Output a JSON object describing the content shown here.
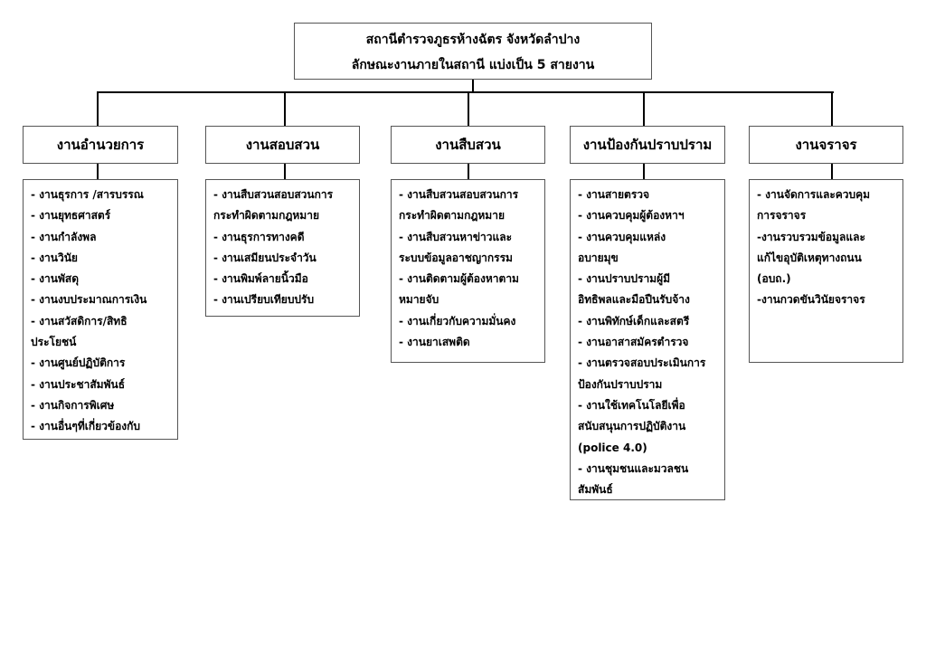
{
  "title": {
    "line1": "สถานีตำรวจภูธรห้างฉัตร จังหวัดลำปาง",
    "line2": "ลักษณะงานภายในสถานี แบ่งเป็น 5 สายงาน"
  },
  "divisions": [
    {
      "name": "งานอำนวยการ",
      "items": [
        "- งานธุรการ /สารบรรณ",
        "- งานยุทธศาสตร์",
        "- งานกำลังพล",
        "- งานวินัย",
        "- งานพัสดุ",
        "- งานงบประมาณการเงิน",
        "- งานสวัสดิการ/สิทธิ",
        "ประโยชน์",
        "- งานศูนย์ปฏิบัติการ",
        "- งานประชาสัมพันธ์",
        "- งานกิจการพิเศษ",
        "- งานอื่นๆที่เกี่ยวข้องกับ"
      ]
    },
    {
      "name": "งานสอบสวน",
      "items": [
        "- งานสืบสวนสอบสวนการ",
        "กระทำผิดตามกฎหมาย",
        "- งานธุรการทางคดี",
        "- งานเสมียนประจำวัน",
        "- งานพิมพ์ลายนิ้วมือ",
        "- งานเปรียบเทียบปรับ"
      ]
    },
    {
      "name": "งานสืบสวน",
      "items": [
        "- งานสืบสวนสอบสวนการ",
        "กระทำผิดตามกฎหมาย",
        "- งานสืบสวนหาข่าวและ",
        "ระบบข้อมูลอาชญากรรม",
        "- งานติดตามผู้ต้องหาตาม",
        "หมายจับ",
        "- งานเกี่ยวกับความมั่นคง",
        "- งานยาเสพติด"
      ]
    },
    {
      "name": "งานป้องกันปราบปราม",
      "items": [
        "- งานสายตรวจ",
        "- งานควบคุมผู้ต้องหาฯ",
        "- งานควบคุมแหล่ง",
        "อบายมุข",
        "- งานปราบปรามผู้มี",
        "อิทธิพลและมือปืนรับจ้าง",
        "- งานพิทักษ์เด็กและสตรี",
        "- งานอาสาสมัครตำรวจ",
        "- งานตรวจสอบประเมินการ",
        "ป้องกันปราบปราม",
        "- งานใช้เทคโนโลยีเพื่อ",
        "สนับสนุนการปฏิบัติงาน",
        "(police 4.0)",
        "- งานชุมชนและมวลชน",
        "สัมพันธ์"
      ]
    },
    {
      "name": "งานจราจร",
      "items": [
        "- งานจัดการและควบคุม",
        "การจราจร",
        "-งานรวบรวมข้อมูลและ",
        "แก้ไขอุบัติเหตุทางถนน",
        "(อบถ.)",
        "-งานกวดขันวินัยจราจร"
      ]
    }
  ]
}
